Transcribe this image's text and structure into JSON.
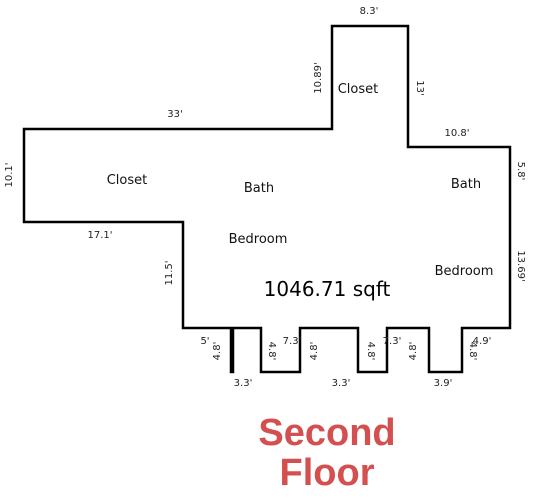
{
  "plan": {
    "area_label": "1046.71 sqft",
    "rooms": {
      "closet_top": "Closet",
      "closet_left": "Closet",
      "bath_center": "Bath",
      "bath_right": "Bath",
      "bedroom_center": "Bedroom",
      "bedroom_right": "Bedroom"
    },
    "dimensions": {
      "top_closet_width": "8.3'",
      "closet_left_wall": "10.89'",
      "closet_right_wall": "13'",
      "upper_left_width": "33'",
      "right_step_width": "10.8'",
      "right_upper_wall": "5.8'",
      "left_wing_height": "10.1'",
      "left_wing_bottom": "17.1'",
      "left_lower_wall": "11.5'",
      "right_lower_wall": "13.69'",
      "seg1_width": "5'",
      "notch1_left": "4.8'",
      "notch1_right": "4.8'",
      "notch1_bottom": "3.3'",
      "seg2_width": "7.3'",
      "notch2_left": "4.8'",
      "notch2_right": "4.8'",
      "notch2_bottom": "3.3'",
      "seg3_width": "7.3'",
      "notch3_left": "4.8'",
      "notch3_right": "4.8'",
      "notch3_bottom": "3.9'",
      "seg4_width": "4.9'"
    },
    "floor_title": {
      "line1": "Second",
      "line2": "Floor"
    },
    "colors": {
      "wall": "#000000",
      "title": "#d45050"
    }
  }
}
